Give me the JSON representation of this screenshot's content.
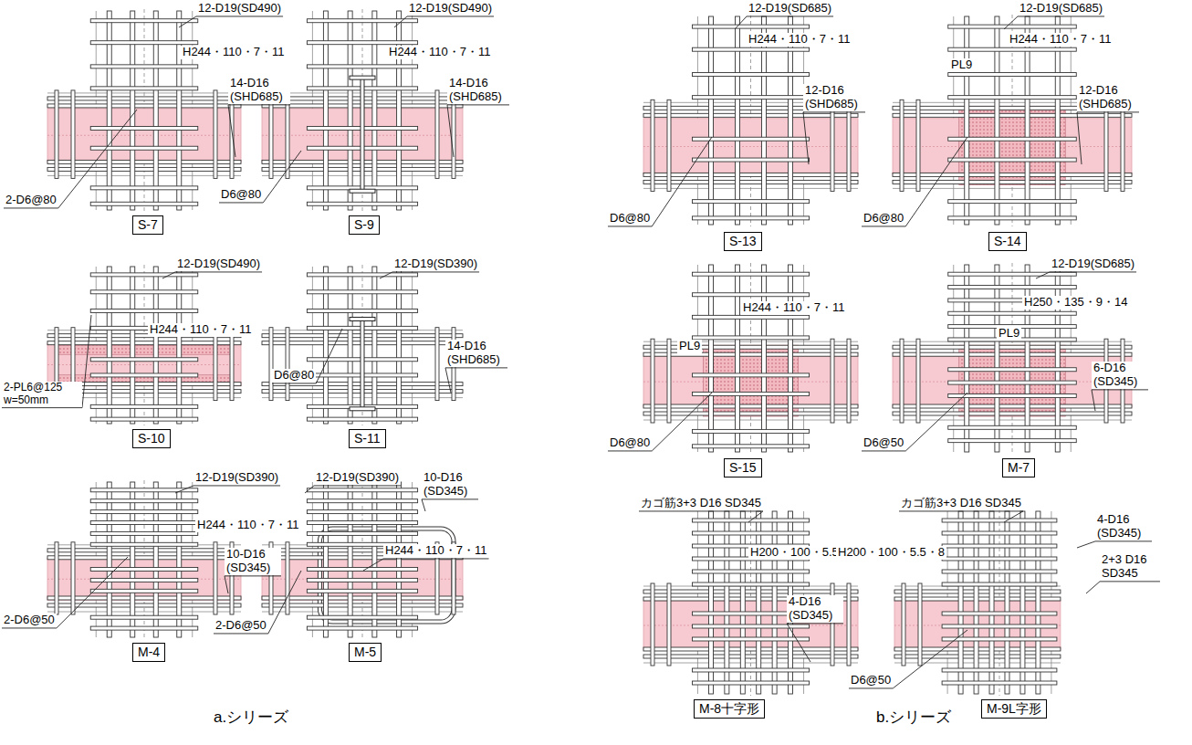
{
  "diagram": {
    "nodes": [
      {
        "text": [
          "S-7"
        ]
      },
      {
        "text": [
          "S-9"
        ]
      },
      {
        "text": [
          "S-13"
        ]
      },
      {
        "text": [
          "S-14"
        ]
      },
      {
        "text": [
          "S-10"
        ]
      },
      {
        "text": [
          "S-11"
        ]
      },
      {
        "text": [
          "S-15"
        ]
      },
      {
        "text": [
          "M-7"
        ]
      },
      {
        "text": [
          "M-4"
        ]
      },
      {
        "text": [
          "M-5"
        ]
      },
      {
        "text": [
          "M-8十字形"
        ]
      },
      {
        "text": [
          "M-9L字形"
        ]
      }
    ],
    "labels": [
      "12-D19(SD490)",
      "H244・110・7・11",
      "14-D16 (SHD685)",
      "2-D6@80",
      "12-D19(SD490)",
      "H244・110・7・11",
      "14-D16 (SHD685)",
      "D6@80",
      "12-D19(SD685)",
      "H244・110・7・11",
      "12-D16 (SHD685)",
      "D6@80",
      "12-D19(SD685)",
      "H244・110・7・11",
      "PL9",
      "12-D16 (SHD685)",
      "D6@80",
      "12-D19(SD490)",
      "H244・110・7・11",
      "2-PL6@125 w=50mm",
      "12-D19(SD390)",
      "14-D16 (SHD685)",
      "D6@80",
      "H244・110・7・11",
      "PL9",
      "D6@80",
      "12-D19(SD685)",
      "H250・135・9・14",
      "PL9",
      "6-D16 (SD345)",
      "D6@50",
      "12-D19(SD390)",
      "H244・110・7・11",
      "10-D16 (SD345)",
      "2-D6@50",
      "12-D19(SD390)",
      "10-D16 (SD345)",
      "H244・110・7・11",
      "2-D6@50",
      "カゴ筋3+3 D16 SD345",
      "H200・100・5.5・8",
      "4-D16 (SD345)",
      "カゴ筋3+3 D16 SD345",
      "4-D16 (SD345)",
      "H200・100・5.5・8",
      "2+3 D16 SD345",
      "D6@50",
      "a.シリーズ",
      "b.シリーズ"
    ]
  }
}
